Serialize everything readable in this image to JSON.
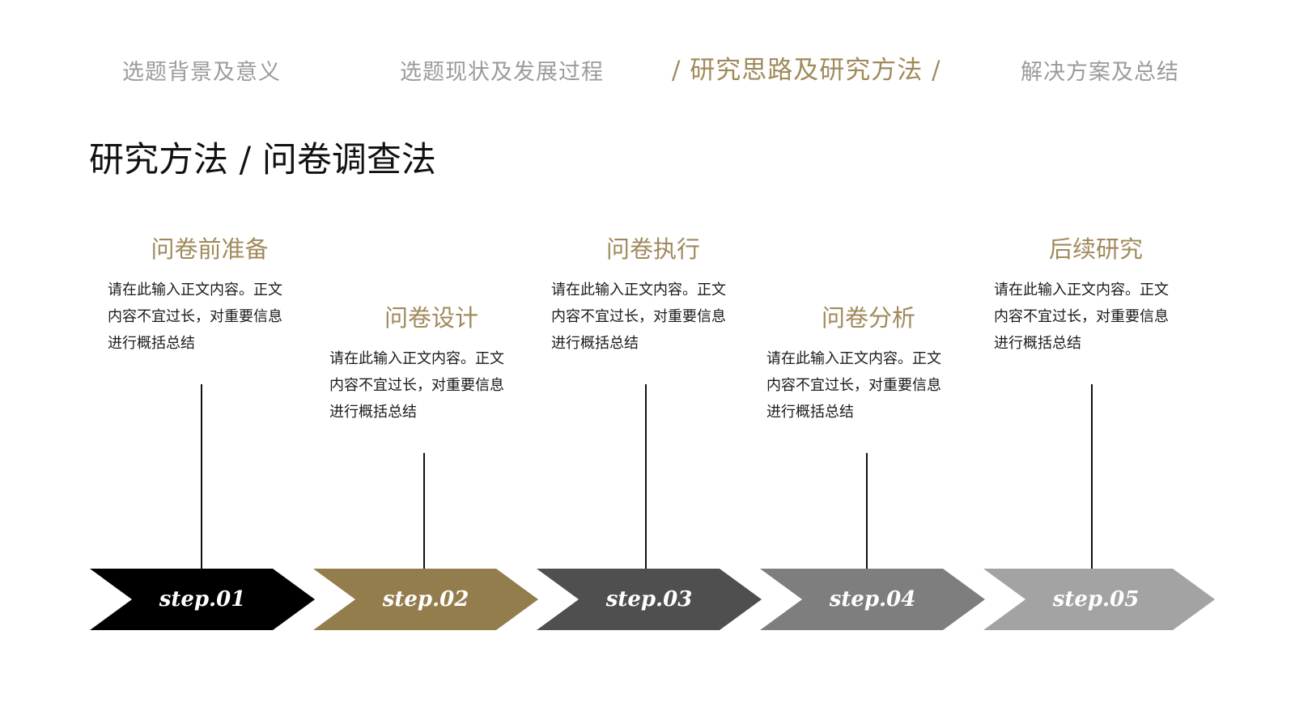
{
  "nav": {
    "items": [
      {
        "label": "选题背景及意义",
        "active": false
      },
      {
        "label": "选题现状及发展过程",
        "active": false
      },
      {
        "label": "/ 研究思路及研究方法 /",
        "active": true
      },
      {
        "label": "解决方案及总结",
        "active": false
      }
    ]
  },
  "page_title": "研究方法 / 问卷调查法",
  "steps": [
    {
      "heading": "问卷前准备",
      "description": "请在此输入正文内容。正文内容不宜过长，对重要信息进行概括总结",
      "label": "step.01",
      "color": "#000000"
    },
    {
      "heading": "问卷设计",
      "description": "请在此输入正文内容。正文内容不宜过长，对重要信息进行概括总结",
      "label": "step.02",
      "color": "#937d4c"
    },
    {
      "heading": "问卷执行",
      "description": "请在此输入正文内容。正文内容不宜过长，对重要信息进行概括总结",
      "label": "step.03",
      "color": "#4f4f4f"
    },
    {
      "heading": "问卷分析",
      "description": "请在此输入正文内容。正文内容不宜过长，对重要信息进行概括总结",
      "label": "step.04",
      "color": "#7e7e7e"
    },
    {
      "heading": "后续研究",
      "description": "请在此输入正文内容。正文内容不宜过长，对重要信息进行概括总结",
      "label": "step.05",
      "color": "#a3a3a3"
    }
  ],
  "colors": {
    "accent": "#a08a5c",
    "nav_inactive": "#9b9b9b",
    "text": "#111111"
  }
}
